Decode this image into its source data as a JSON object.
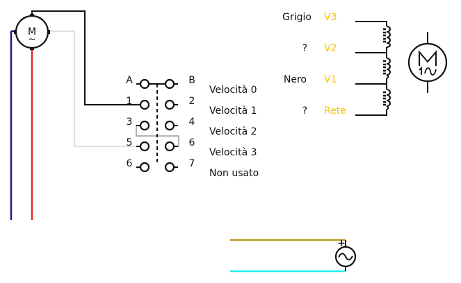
{
  "colors": {
    "wire_black": "#111111",
    "wire_blue": "#1a1a8c",
    "wire_red": "#ee2222",
    "wire_light_gray": "#e0e0e0",
    "wire_gray": "#aaaaaa",
    "wire_olive": "#b89a22",
    "wire_cyan": "#22eeee",
    "label_yellow": "#f5c400"
  },
  "motor_small": {
    "symbol": "M",
    "sub": "~"
  },
  "switch": {
    "left_labels": [
      "A",
      "1",
      "3",
      "5",
      "6"
    ],
    "right_labels": [
      "B",
      "2",
      "4",
      "6",
      "7"
    ]
  },
  "speed_labels": [
    "Velocità 0",
    "Velocità 1",
    "Velocità 2",
    "Velocità 3",
    "Non usato"
  ],
  "windings": {
    "wire_colors": [
      "Grigio",
      "?",
      "Nero",
      "?"
    ],
    "taps": [
      "V3",
      "V2",
      "V1",
      "Rete"
    ]
  },
  "motor_large": {
    "symbol": "M",
    "sub": "1~"
  },
  "ac_source": {
    "symbol": "~",
    "plus": "+"
  }
}
